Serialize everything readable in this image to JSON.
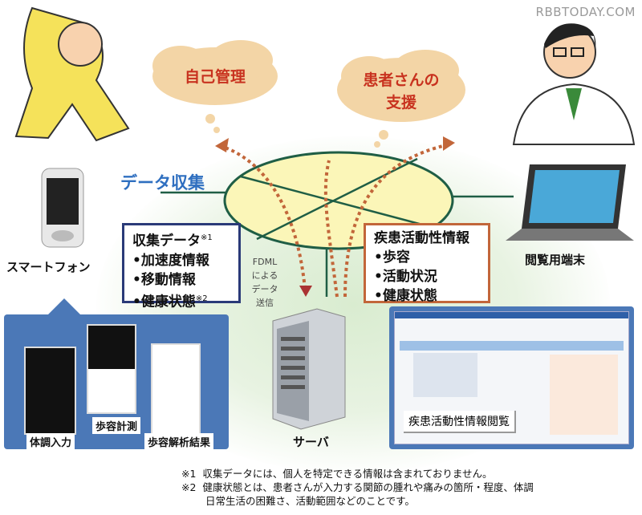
{
  "watermark": "RBBTODAY.COM",
  "clouds": {
    "self_management": "自己管理",
    "patient_support_line1": "患者さんの",
    "patient_support_line2": "支援"
  },
  "data_collection_title": "データ収集",
  "collected_box": {
    "title": "収集データ",
    "title_note": "※1",
    "items": [
      "•加速度情報",
      "•移動情報",
      "•健康状態"
    ],
    "item3_note": "※2"
  },
  "disease_box": {
    "title": "疾患活動性情報",
    "items": [
      "•歩容",
      "•活動状況",
      "•健康状態"
    ]
  },
  "fdml_label": [
    "FDML",
    "による",
    "データ",
    "送信"
  ],
  "smartphone_label": "スマートフォン",
  "terminal_label": "閲覧用端末",
  "server_label": "サーバ",
  "phone_screens": {
    "condition_input": "体調入力",
    "gait_measure": "歩容計測",
    "gait_analysis": "歩容解析結果"
  },
  "viewer_caption": "疾患活動性情報閲覧",
  "footnotes": {
    "n1_mark": "※1",
    "n1": "収集データには、個人を特定できる情報は含まれておりません。",
    "n2_mark": "※2",
    "n2_line1": "健康状態とは、患者さんが入力する関節の腫れや痛みの箇所・程度、体調",
    "n2_line2": "日常生活の困難さ、活動範囲などのことです。"
  },
  "colors": {
    "cloud": "#f3d5a6",
    "ellipse": "#fbf6b8",
    "panel": "#4b78b7",
    "accent_blue": "#2f6fc0",
    "orange": "#c2663a"
  }
}
